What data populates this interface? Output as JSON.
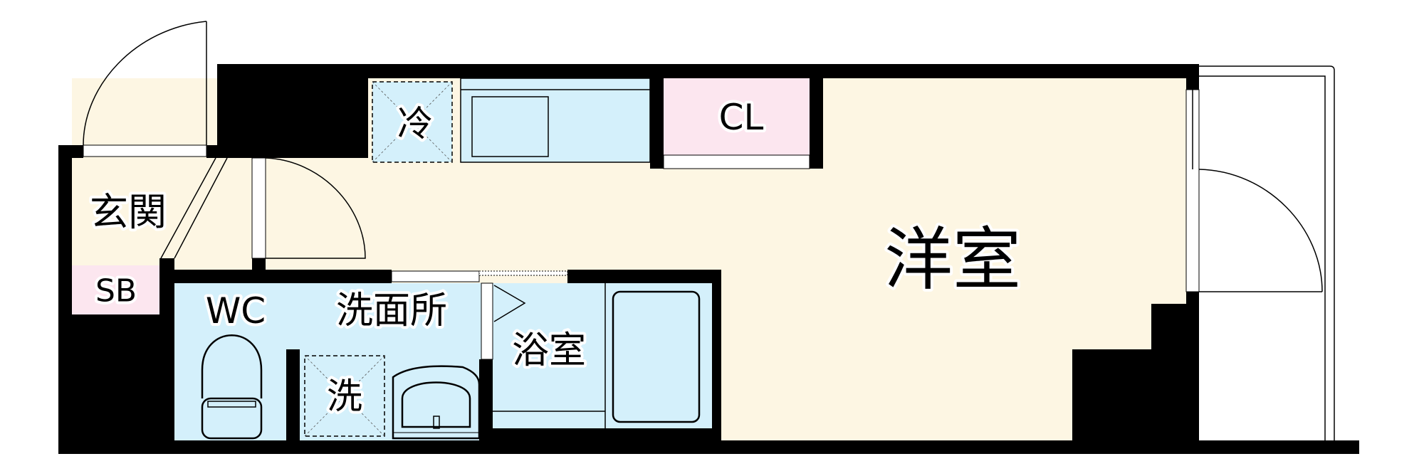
{
  "colors": {
    "wall": "#000000",
    "floor_living": "#fdf6e3",
    "wet_area": "#d4f0fb",
    "storage": "#fce6ef"
  },
  "rooms": {
    "entrance": "玄関",
    "shoe_box": "SB",
    "toilet": "WC",
    "washroom": "洗面所",
    "fridge": "冷",
    "washer": "洗",
    "bathroom": "浴室",
    "closet": "CL",
    "western_room": "洋室"
  }
}
